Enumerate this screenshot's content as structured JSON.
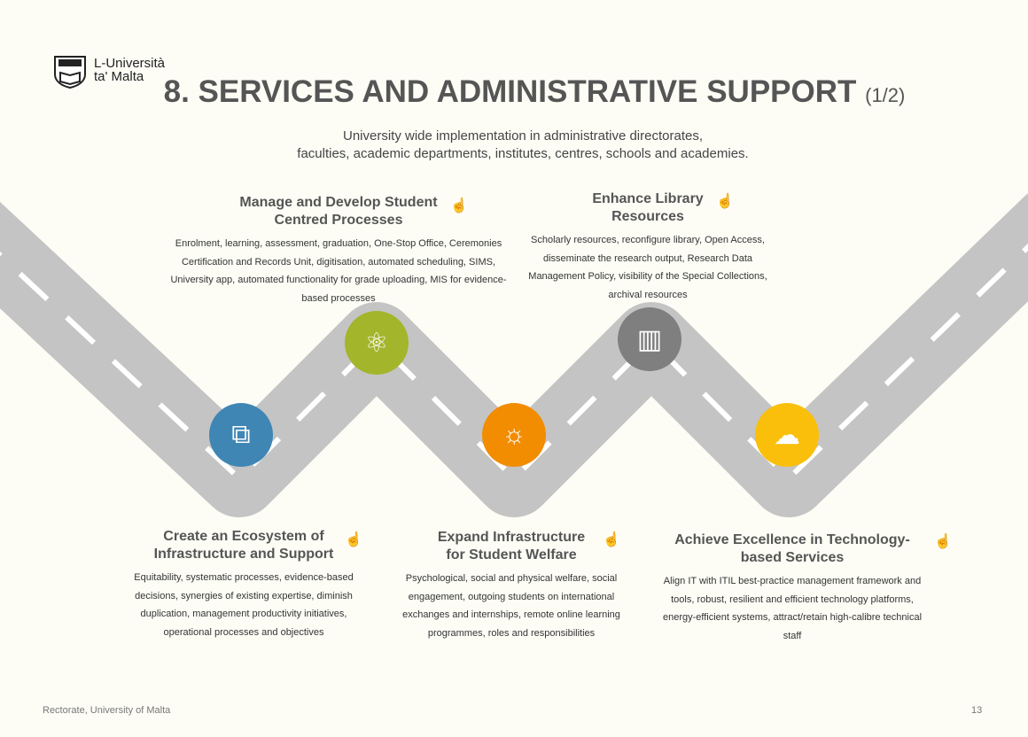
{
  "logo": {
    "line1": "L-Università",
    "line2": "ta' Malta"
  },
  "title": "8. SERVICES AND ADMINISTRATIVE SUPPORT",
  "title_part": "(1/2)",
  "subtitle": {
    "line1": "University wide implementation in administrative directorates,",
    "line2": "faculties, academic departments, institutes, centres, schools and academies."
  },
  "items": [
    {
      "title1": "Manage and Develop Student",
      "title2": "Centred Processes",
      "body": "Enrolment, learning, assessment, graduation, One-Stop Office, Ceremonies Certification and Records Unit, digitisation, automated scheduling, SIMS, University app, automated functionality for grade uploading, MIS for evidence-based processes",
      "color": "#a3b52b",
      "icon": "network-icon"
    },
    {
      "title1": "Enhance Library",
      "title2": "Resources",
      "body": "Scholarly resources, reconfigure library, Open Access, disseminate the research output, Research Data Management Policy, visibility of the Special Collections, archival resources",
      "color": "#7f7f7f",
      "icon": "books-icon"
    },
    {
      "title1": "Create an Ecosystem of",
      "title2": "Infrastructure and Support",
      "body": "Equitability, systematic processes, evidence-based decisions, synergies of existing expertise, diminish duplication, management productivity initiatives, operational processes and objectives",
      "color": "#3f86b5",
      "icon": "puzzle-icon"
    },
    {
      "title1": "Expand Infrastructure",
      "title2": "for Student Welfare",
      "body": "Psychological, social and physical welfare, social engagement, outgoing students on international exchanges and internships, remote online learning programmes, roles and responsibilities",
      "color": "#f28c00",
      "icon": "person-idea-icon"
    },
    {
      "title1": "Achieve Excellence in Technology-",
      "title2": "based Services",
      "body": "Align IT with ITIL best-practice management framework and tools, robust, resilient and efficient technology platforms, energy-efficient systems, attract/retain high-calibre technical staff",
      "color": "#f9bf0a",
      "icon": "cloud-computer-icon"
    }
  ],
  "footer": {
    "left": "Rectorate, University of Malta",
    "page": "13"
  }
}
